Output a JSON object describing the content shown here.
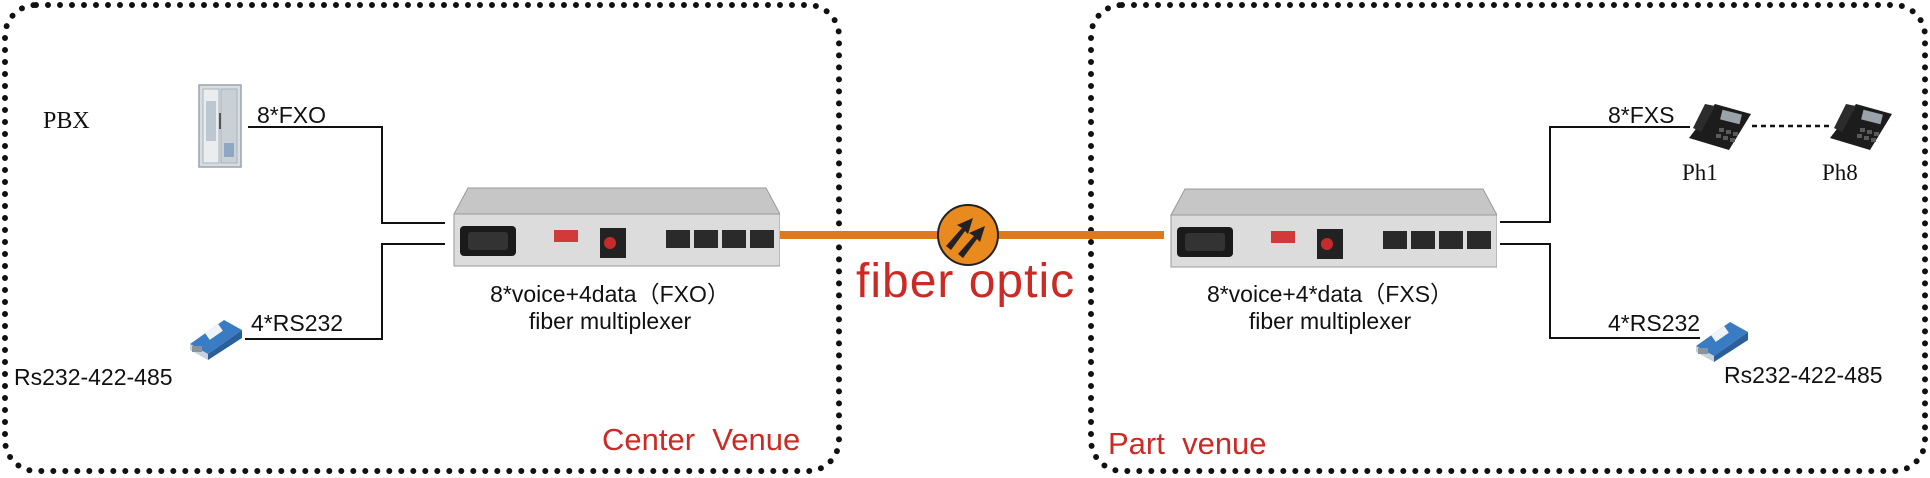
{
  "center_venue": {
    "pbx_label": "PBX",
    "fxo_label": "8*FXO",
    "rs232_link_label": "4*RS232",
    "converter_label": "Rs232-422-485",
    "device_caption_line1": "8*voice+4data（FXO）",
    "device_caption_line2": "fiber multiplexer",
    "venue_label": "Center  Venue"
  },
  "link": {
    "label": "fiber optic"
  },
  "part_venue": {
    "fxs_label": "8*FXS",
    "rs232_link_label": "4*RS232",
    "converter_label": "Rs232-422-485",
    "phone_first_label": "Ph1",
    "phone_last_label": "Ph8",
    "device_caption_line1": "8*voice+4*data（FXS）",
    "device_caption_line2": "fiber multiplexer",
    "venue_label": "Part  venue"
  },
  "colors": {
    "fiber": "#e0781c",
    "label_red": "#cc2a24",
    "border": "#111111"
  }
}
